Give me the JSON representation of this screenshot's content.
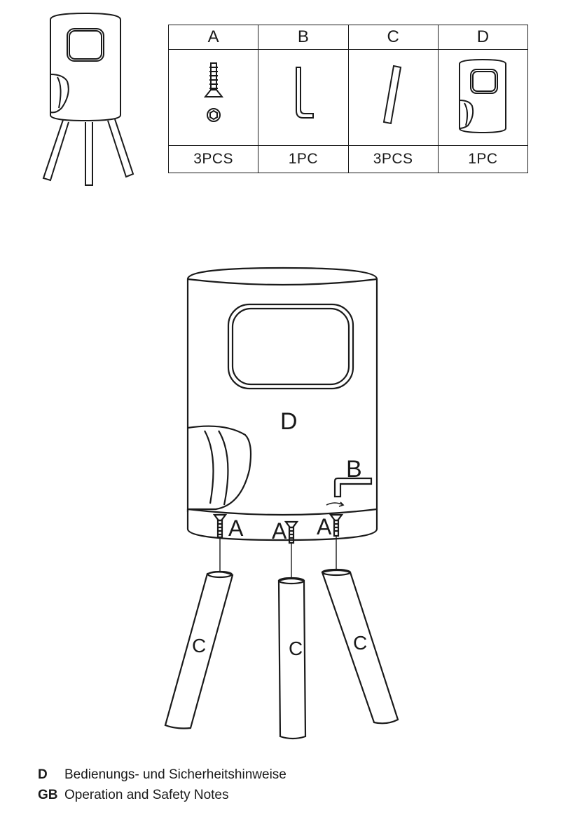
{
  "parts": [
    {
      "letter": "A",
      "qty": "3PCS",
      "icon": "screw-icon"
    },
    {
      "letter": "B",
      "qty": "1PC",
      "icon": "hex-key-icon"
    },
    {
      "letter": "C",
      "qty": "3PCS",
      "icon": "leg-icon"
    },
    {
      "letter": "D",
      "qty": "1PC",
      "icon": "cabinet-icon"
    }
  ],
  "diagram": {
    "body_label": "D",
    "tool_label": "B",
    "screw_label": "A",
    "leg_label": "C"
  },
  "footer": [
    {
      "code": "D",
      "text": "Bedienungs- und Sicherheitshinweise"
    },
    {
      "code": "GB",
      "text": "Operation and Safety Notes"
    }
  ]
}
